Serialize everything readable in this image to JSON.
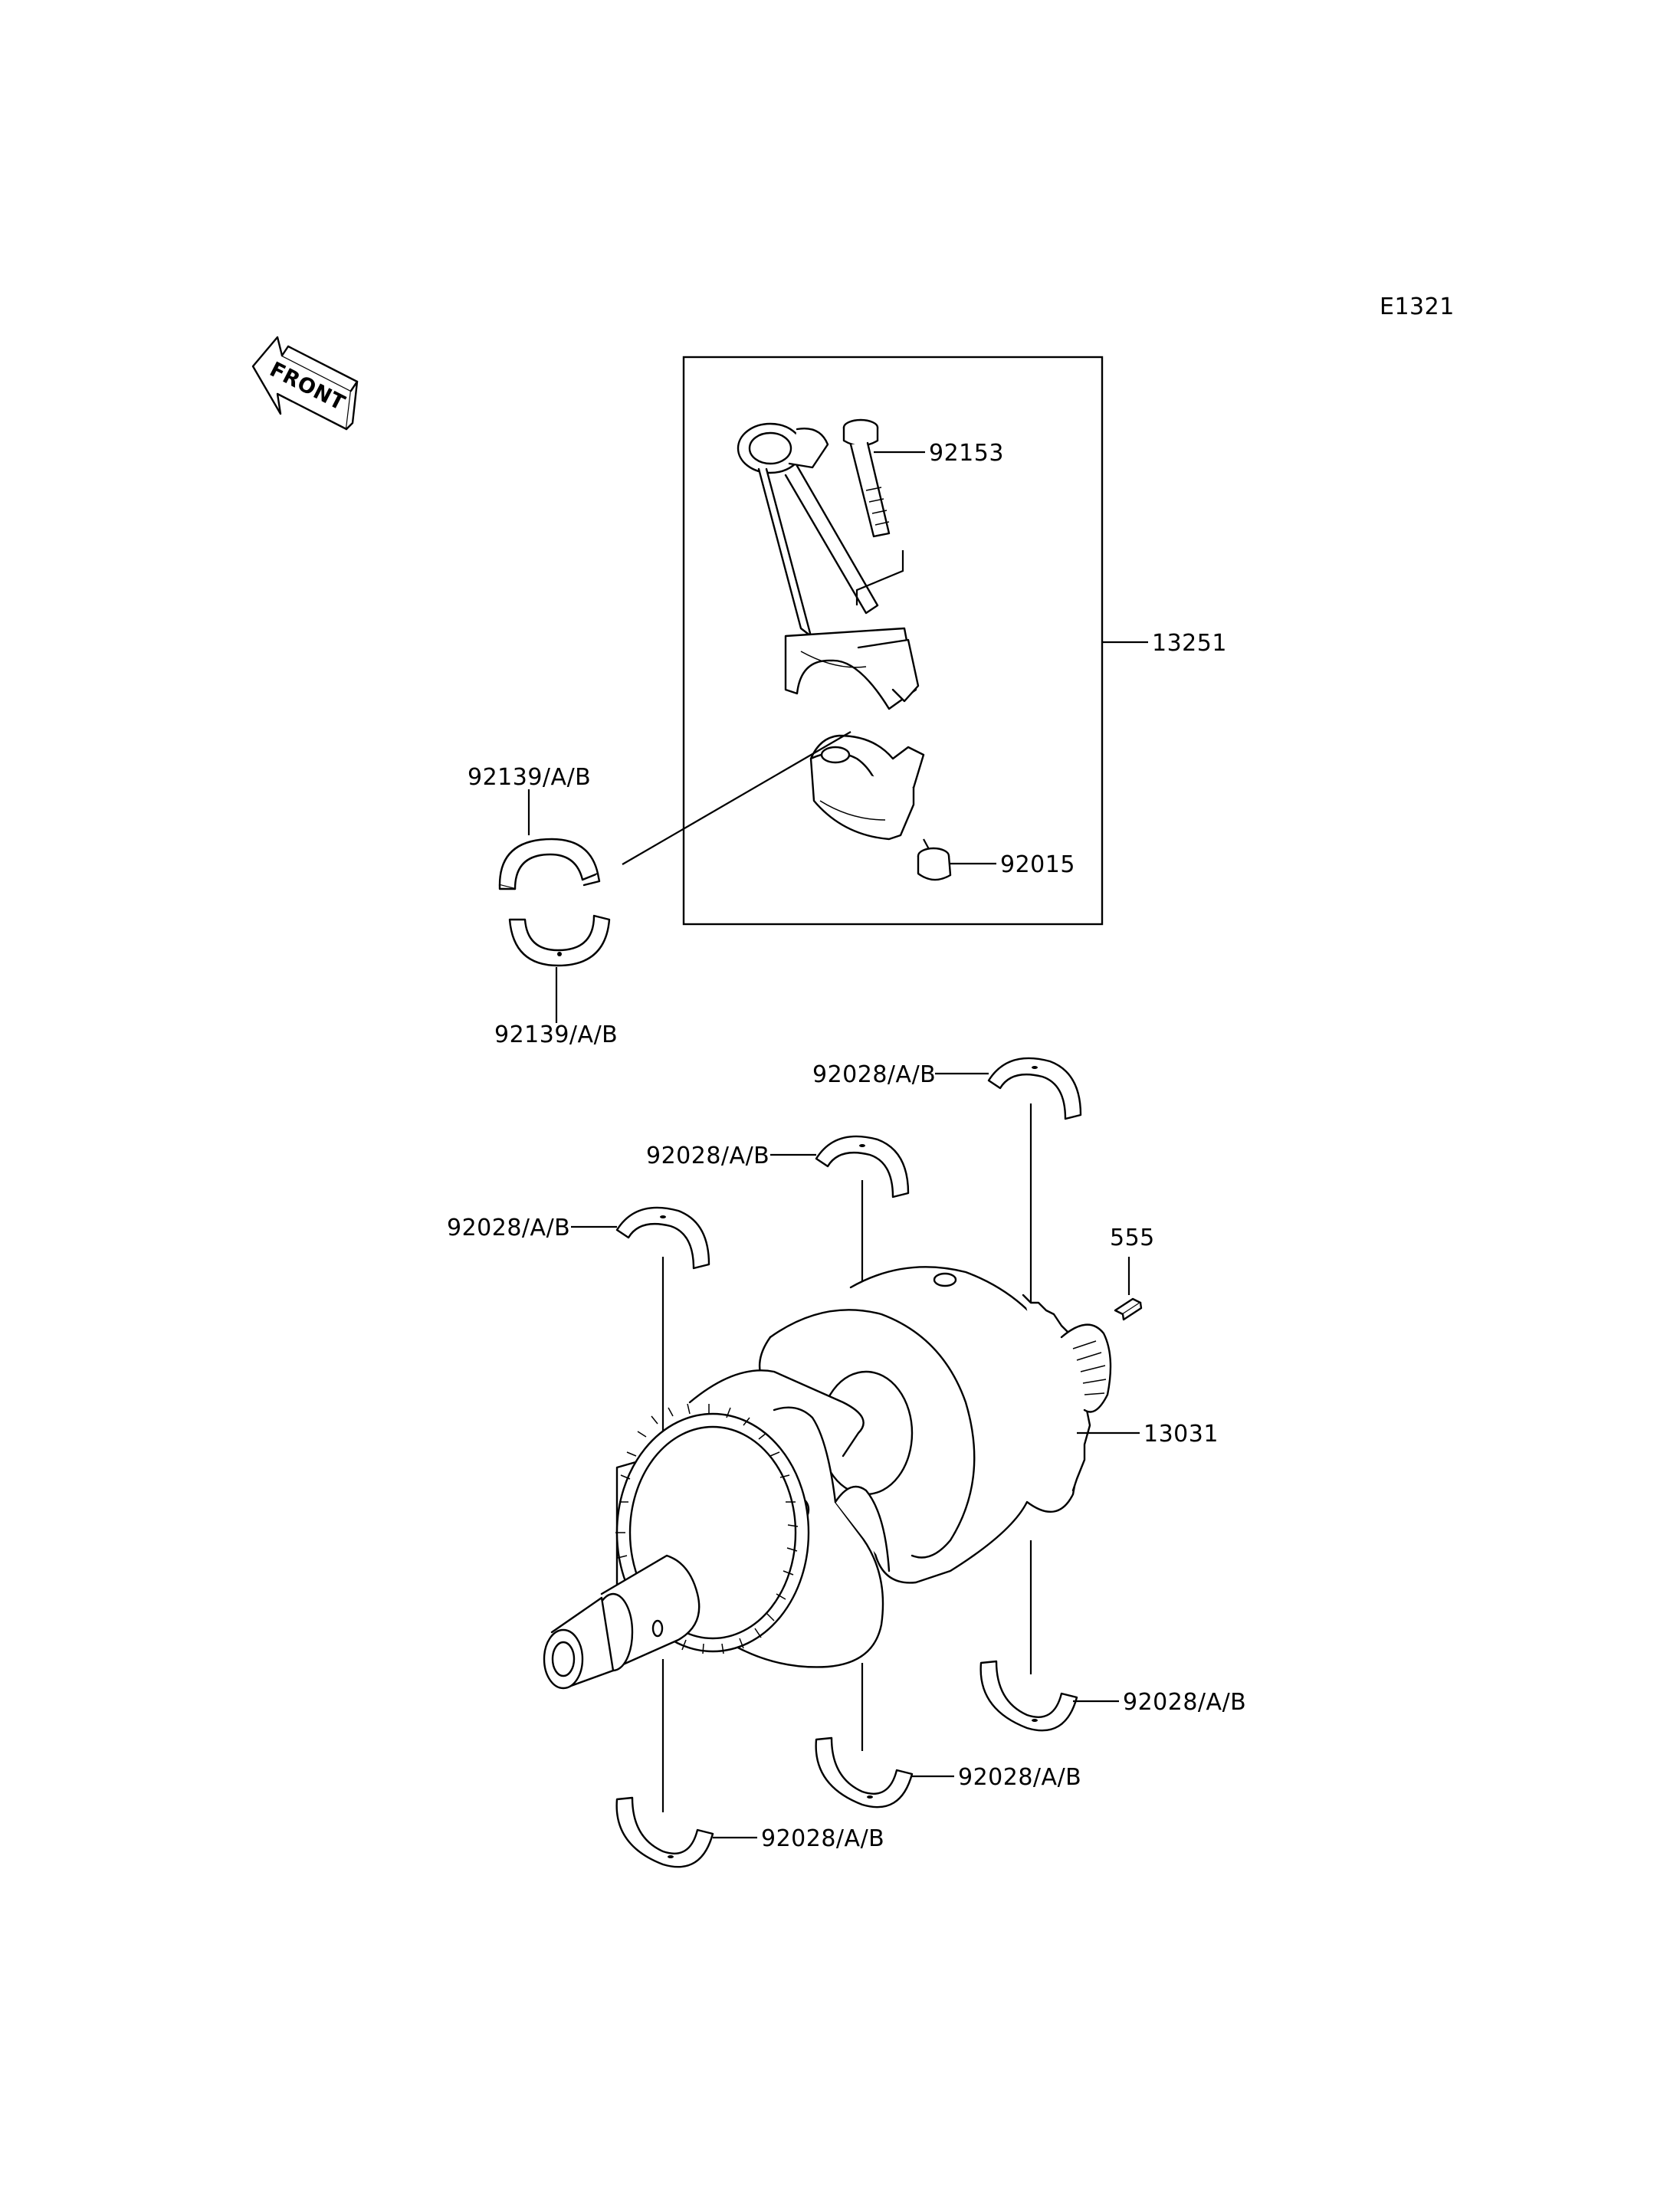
{
  "diagram_code": "E1321",
  "front_label": "FRONT",
  "labels": {
    "con_rod_bolt": "92153",
    "con_rod_assy": "13251",
    "con_rod_nut": "92015",
    "bearing_upper": "92139/A/B",
    "bearing_lower": "92139/A/B",
    "main_upper_1": "92028/A/B",
    "main_upper_2": "92028/A/B",
    "main_upper_3": "92028/A/B",
    "key": "555",
    "crankshaft": "13031",
    "main_lower_1": "92028/A/B",
    "main_lower_2": "92028/A/B",
    "main_lower_3": "92028/A/B"
  }
}
